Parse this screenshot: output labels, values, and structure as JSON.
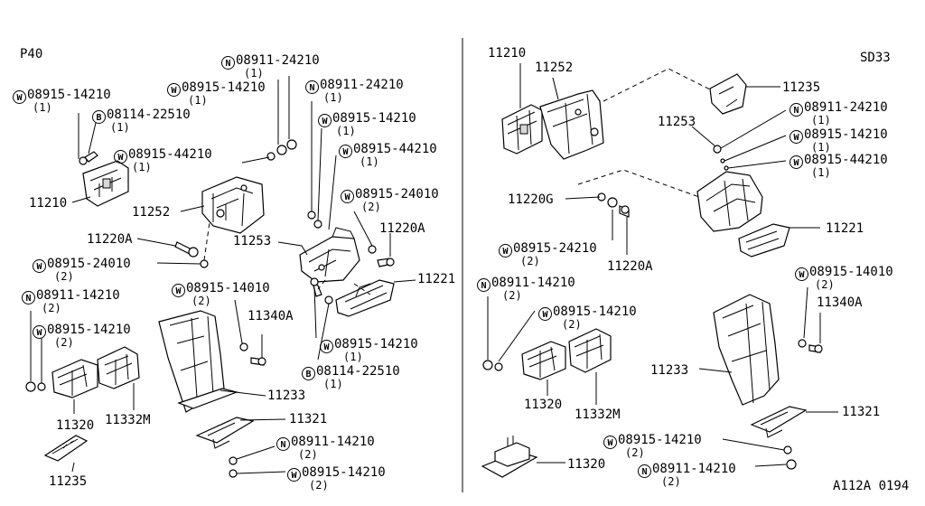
{
  "left_section": {
    "title": "P40",
    "callouts": [
      {
        "prefix": "N",
        "code": "08911-24210",
        "qty": "(1)"
      },
      {
        "prefix": "W",
        "code": "08915-14210",
        "qty": "(1)"
      },
      {
        "prefix": "W",
        "code": "08915-14210",
        "qty": "(1)"
      },
      {
        "prefix": "B",
        "code": "08114-22510",
        "qty": "(1)"
      },
      {
        "prefix": "N",
        "code": "08911-24210",
        "qty": "(1)"
      },
      {
        "prefix": "W",
        "code": "08915-14210",
        "qty": "(1)"
      },
      {
        "prefix": "W",
        "code": "08915-44210",
        "qty": "(1)"
      },
      {
        "prefix": "W",
        "code": "08915-44210",
        "qty": "(1)"
      },
      {
        "prefix": "W",
        "code": "08915-24010",
        "qty": "(2)"
      },
      {
        "prefix": "W",
        "code": "08915-24010",
        "qty": "(2)"
      },
      {
        "prefix": "N",
        "code": "08911-14210",
        "qty": "(2)"
      },
      {
        "prefix": "W",
        "code": "08915-14010",
        "qty": "(2)"
      },
      {
        "prefix": "W",
        "code": "08915-14210",
        "qty": "(2)"
      },
      {
        "prefix": "W",
        "code": "08915-14210",
        "qty": "(1)"
      },
      {
        "prefix": "B",
        "code": "08114-22510",
        "qty": "(1)"
      },
      {
        "prefix": "N",
        "code": "08911-14210",
        "qty": "(2)"
      },
      {
        "prefix": "W",
        "code": "08915-14210",
        "qty": "(2)"
      }
    ],
    "parts": [
      "11210",
      "11252",
      "11220A",
      "11253",
      "11220A",
      "11221",
      "11340A",
      "11233",
      "11320",
      "11332M",
      "11321",
      "11235"
    ]
  },
  "right_section": {
    "title": "SD33",
    "callouts": [
      {
        "prefix": "N",
        "code": "08911-24210",
        "qty": "(1)"
      },
      {
        "prefix": "W",
        "code": "08915-14210",
        "qty": "(1)"
      },
      {
        "prefix": "W",
        "code": "08915-44210",
        "qty": "(1)"
      },
      {
        "prefix": "W",
        "code": "08915-24210",
        "qty": "(2)"
      },
      {
        "prefix": "N",
        "code": "08911-14210",
        "qty": "(2)"
      },
      {
        "prefix": "W",
        "code": "08915-14210",
        "qty": "(2)"
      },
      {
        "prefix": "W",
        "code": "08915-14010",
        "qty": "(2)"
      },
      {
        "prefix": "W",
        "code": "08915-14210",
        "qty": "(2)"
      },
      {
        "prefix": "N",
        "code": "08911-14210",
        "qty": "(2)"
      }
    ],
    "parts": [
      "11210",
      "11252",
      "11235",
      "11253",
      "11220G",
      "11221",
      "11220A",
      "11340A",
      "11233",
      "11320",
      "11332M",
      "11321",
      "11320"
    ]
  },
  "diagram_code": "A112A 0194"
}
